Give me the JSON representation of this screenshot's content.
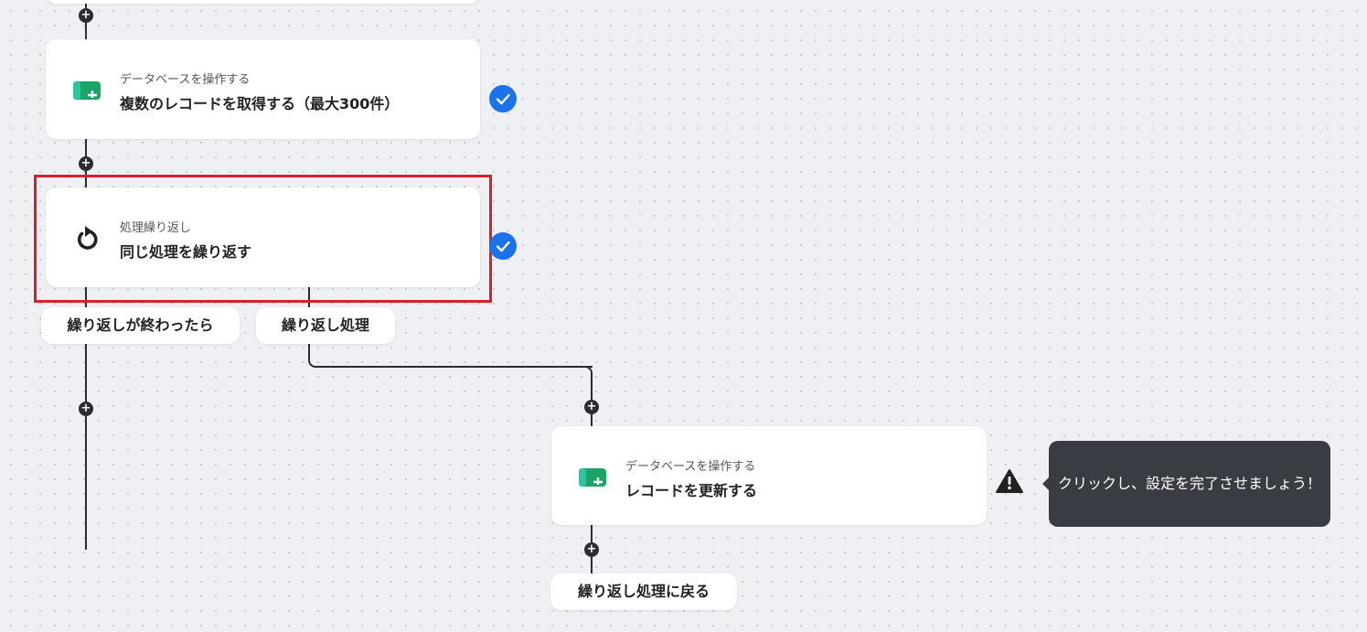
{
  "steps": [
    {
      "subtitle": "データベースを操作する",
      "title": "複数のレコードを取得する（最大300件）",
      "icon": "database-icon",
      "status": "completed"
    },
    {
      "subtitle": "処理繰り返し",
      "title": "同じ処理を繰り返す",
      "icon": "loop-icon",
      "status": "completed"
    },
    {
      "subtitle": "データベースを操作する",
      "title": "レコードを更新する",
      "icon": "database-icon",
      "status": "warning"
    }
  ],
  "branches": {
    "after_loop_label": "繰り返しが終わったら",
    "loop_body_label": "繰り返し処理",
    "return_label": "繰り返し処理に戻る"
  },
  "tooltip": {
    "text": "クリックし、設定を完了させましょう！"
  },
  "colors": {
    "check": "#1a73e8",
    "highlight": "#d9202a",
    "connector": "#2a2d33",
    "db_icon": "#1aa566"
  }
}
